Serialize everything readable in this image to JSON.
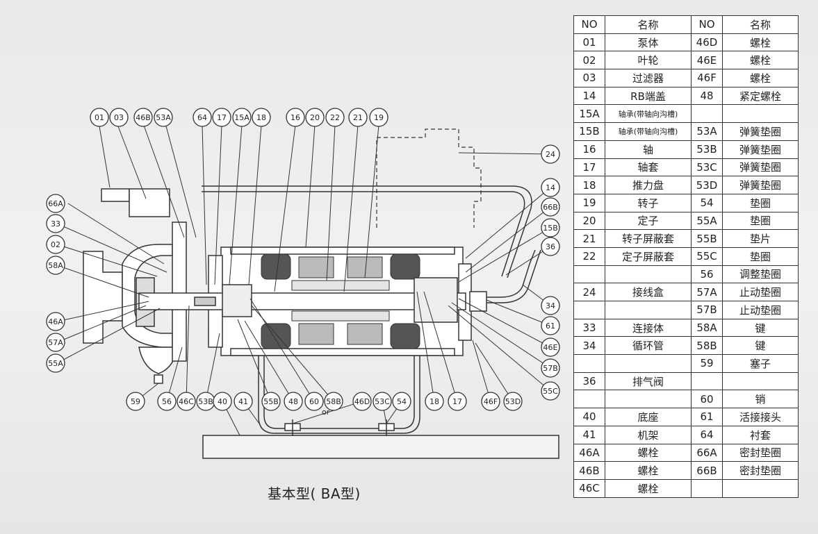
{
  "caption": "基本型( BA型)",
  "table": {
    "headers": [
      "NO",
      "名称",
      "NO",
      "名称"
    ],
    "rows": [
      [
        "01",
        "泵体",
        "46D",
        "螺栓"
      ],
      [
        "02",
        "叶轮",
        "46E",
        "螺栓"
      ],
      [
        "03",
        "过滤器",
        "46F",
        "螺栓"
      ],
      [
        "14",
        "RB端盖",
        "48",
        "紧定螺栓"
      ],
      [
        "15A",
        "轴承(带轴向沟槽)",
        "",
        ""
      ],
      [
        "15B",
        "轴承(带轴向沟槽)",
        "53A",
        "弹簧垫圈"
      ],
      [
        "16",
        "轴",
        "53B",
        "弹簧垫圈"
      ],
      [
        "17",
        "轴套",
        "53C",
        "弹簧垫圈"
      ],
      [
        "18",
        "推力盘",
        "53D",
        "弹簧垫圈"
      ],
      [
        "19",
        "转子",
        "54",
        "垫圈"
      ],
      [
        "20",
        "定子",
        "55A",
        "垫圈"
      ],
      [
        "21",
        "转子屏蔽套",
        "55B",
        "垫片"
      ],
      [
        "22",
        "定子屏蔽套",
        "55C",
        "垫圈"
      ],
      [
        "",
        "",
        "56",
        "调整垫圈"
      ],
      [
        "24",
        "接线盒",
        "57A",
        "止动垫圈"
      ],
      [
        "",
        "",
        "57B",
        "止动垫圈"
      ],
      [
        "33",
        "连接体",
        "58A",
        "键"
      ],
      [
        "34",
        "循环管",
        "58B",
        "键"
      ],
      [
        "",
        "",
        "59",
        "塞子"
      ],
      [
        "36",
        "排气阀",
        "",
        ""
      ],
      [
        "",
        "",
        "60",
        "销"
      ],
      [
        "40",
        "底座",
        "61",
        "活接接头"
      ],
      [
        "41",
        "机架",
        "64",
        "衬套"
      ],
      [
        "46A",
        "螺栓",
        "66A",
        "密封垫圈"
      ],
      [
        "46B",
        "螺栓",
        "66B",
        "密封垫圈"
      ],
      [
        "46C",
        "螺栓",
        "",
        ""
      ]
    ]
  },
  "callouts": {
    "top": [
      "01",
      "03",
      "46B",
      "53A",
      "64",
      "17",
      "15A",
      "18",
      "16",
      "20",
      "22",
      "21",
      "19"
    ],
    "left": [
      "66A",
      "33",
      "02",
      "58A",
      "46A",
      "57A",
      "55A"
    ],
    "bottom": [
      "59",
      "56",
      "46C",
      "53B",
      "40",
      "41",
      "55B",
      "48",
      "60",
      "58B",
      "46D",
      "53C",
      "54",
      "18",
      "17",
      "46F",
      "53D"
    ],
    "right": [
      "24",
      "14",
      "66B",
      "15B",
      "36",
      "34",
      "61",
      "46E",
      "57B",
      "55C"
    ],
    "or_label": "or"
  }
}
